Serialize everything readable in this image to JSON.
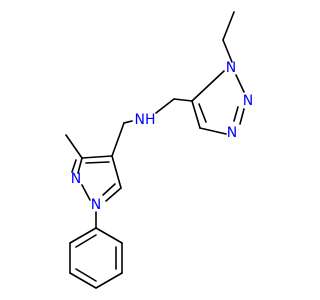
{
  "atoms": {
    "n_triazole_1": "N",
    "n_triazole_2": "N",
    "n_triazole_3": "N",
    "n_amine": "NH",
    "n_pyrazole_1": "N",
    "n_pyrazole_2": "N"
  },
  "colors": {
    "nitrogen": "#0000ff",
    "carbon": "#000000",
    "background": "#ffffff"
  }
}
